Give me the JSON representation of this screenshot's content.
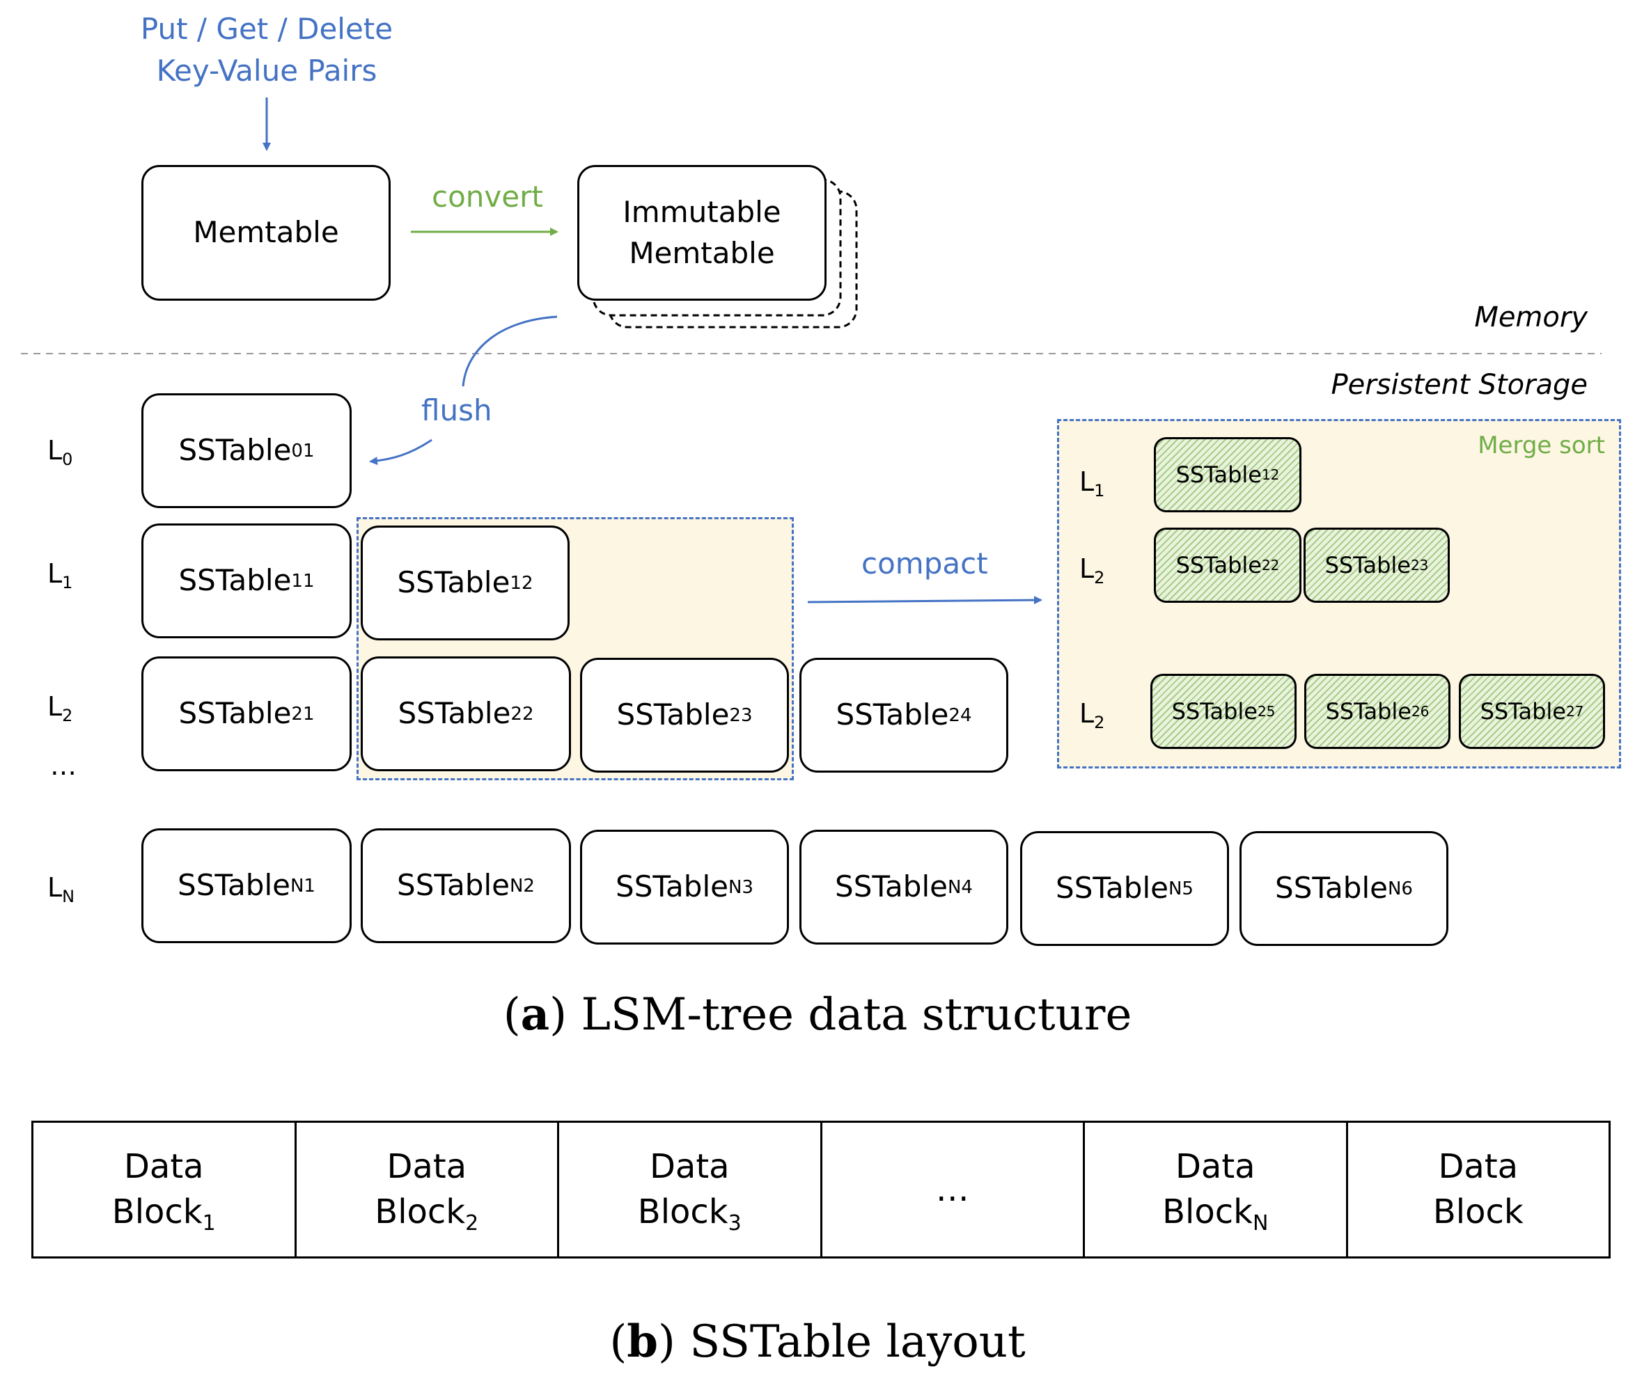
{
  "input_label": [
    "Put / Get / Delete",
    "Key-Value Pairs"
  ],
  "memtable": "Memtable",
  "convert": "convert",
  "immutable": [
    "Immutable",
    "Memtable"
  ],
  "memory": "Memory",
  "persistent": "Persistent Storage",
  "flush": "flush",
  "compact": "compact",
  "merge_sort": "Merge sort",
  "levels": {
    "l0": {
      "base": "L",
      "sub": "0"
    },
    "l1": {
      "base": "L",
      "sub": "1"
    },
    "l2": {
      "base": "L",
      "sub": "2"
    },
    "ellipsis": "…",
    "ln": {
      "base": "L",
      "sub": "N"
    }
  },
  "sstables": {
    "s01": {
      "base": "SSTable",
      "sub": "01"
    },
    "s11": {
      "base": "SSTable",
      "sub": "11"
    },
    "s12": {
      "base": "SSTable",
      "sub": "12"
    },
    "s21": {
      "base": "SSTable",
      "sub": "21"
    },
    "s22": {
      "base": "SSTable",
      "sub": "22"
    },
    "s23": {
      "base": "SSTable",
      "sub": "23"
    },
    "s24": {
      "base": "SSTable",
      "sub": "24"
    },
    "n1": {
      "base": "SSTable",
      "sub": "N1"
    },
    "n2": {
      "base": "SSTable",
      "sub": "N2"
    },
    "n3": {
      "base": "SSTable",
      "sub": "N3"
    },
    "n4": {
      "base": "SSTable",
      "sub": "N4"
    },
    "n5": {
      "base": "SSTable",
      "sub": "N5"
    },
    "n6": {
      "base": "SSTable",
      "sub": "N6"
    }
  },
  "merge": {
    "l1": {
      "base": "L",
      "sub": "1"
    },
    "l2a": {
      "base": "L",
      "sub": "2"
    },
    "l2b": {
      "base": "L",
      "sub": "2"
    },
    "m12": {
      "base": "SSTable",
      "sub": "12"
    },
    "m22": {
      "base": "SSTable",
      "sub": "22"
    },
    "m23": {
      "base": "SSTable",
      "sub": "23"
    },
    "m25": {
      "base": "SSTable",
      "sub": "25"
    },
    "m26": {
      "base": "SSTable",
      "sub": "26"
    },
    "m27": {
      "base": "SSTable",
      "sub": "27"
    }
  },
  "caption_a": {
    "letter": "a",
    "text": " LSM-tree data structure"
  },
  "caption_b": {
    "letter": "b",
    "text": " SSTable layout"
  },
  "layout": [
    {
      "line1": "Data",
      "base": "Block",
      "sub": "1"
    },
    {
      "line1": "Data",
      "base": "Block",
      "sub": "2"
    },
    {
      "line1": "Data",
      "base": "Block",
      "sub": "3"
    },
    {
      "line1": "",
      "base": "…",
      "sub": ""
    },
    {
      "line1": "Data",
      "base": "Block",
      "sub": "N"
    },
    {
      "line1": "Data",
      "base": "Block",
      "sub": ""
    }
  ],
  "colors": {
    "blue": "#4472c4",
    "green": "#70ad47",
    "zone_fill": "#fdf6e3"
  }
}
